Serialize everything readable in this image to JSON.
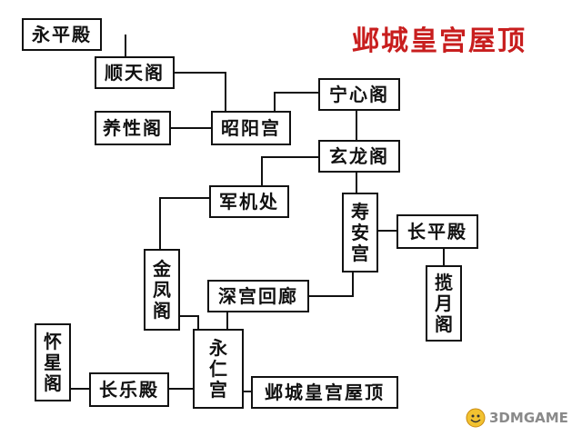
{
  "title": "邺城皇宫屋顶",
  "watermark": "3DMGAME",
  "colors": {
    "title": "#c81e1e",
    "line": "#111111"
  },
  "nodes": {
    "yongping_hall": "永平殿",
    "shuntian_pavilion": "顺天阁",
    "yangxing_pavilion": "养性阁",
    "zhaoyang_palace": "昭阳宫",
    "ningxin_pavilion": "宁心阁",
    "xuanlong_pavilion": "玄龙阁",
    "junji_office": "军机处",
    "shouan_palace": [
      "寿",
      "安",
      "宫"
    ],
    "changping_hall": "长平殿",
    "lanyue_pavilion": [
      "揽",
      "月",
      "阁"
    ],
    "jinfeng_pavilion": [
      "金",
      "凤",
      "阁"
    ],
    "deep_palace_corridor": "深宫回廊",
    "yongren_palace": [
      "永",
      "仁",
      "宫"
    ],
    "huaixing_pavilion": [
      "怀",
      "星",
      "阁"
    ],
    "changle_hall": "长乐殿",
    "yecheng_palace_roof": "邺城皇宫屋顶"
  }
}
